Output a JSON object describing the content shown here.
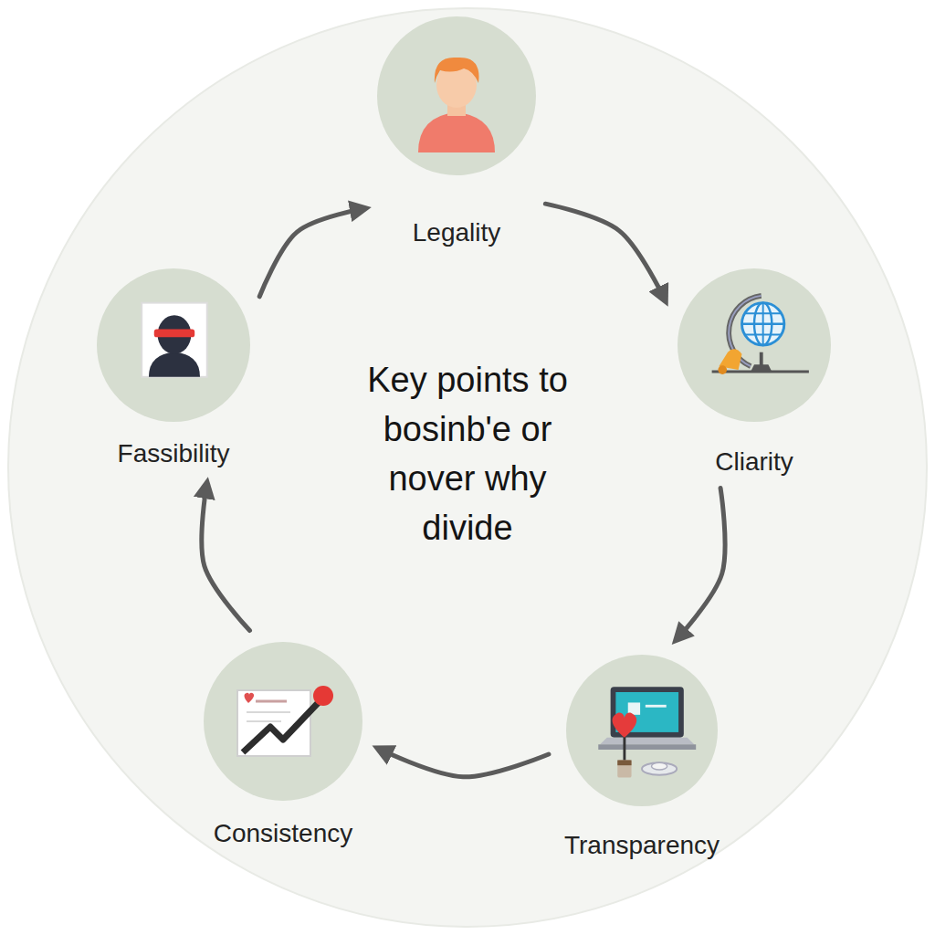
{
  "diagram": {
    "nodes": [
      {
        "text": [
          "Key points to bosinb'e or nover why divide"
        ]
      },
      {
        "text": [
          "Legality"
        ],
        "in": 0
      },
      {
        "text": [
          "Cliarity"
        ],
        "in": 0
      },
      {
        "text": [
          "Transparency"
        ],
        "in": 0
      },
      {
        "text": [
          "Consistency"
        ],
        "in": 0
      },
      {
        "text": [
          "Fassibility"
        ],
        "in": 0
      }
    ],
    "edges": [
      {
        "from": 1,
        "to": 2,
        "arrow": "to"
      },
      {
        "from": 2,
        "to": 3,
        "arrow": "to"
      },
      {
        "from": 3,
        "to": 4,
        "arrow": "to"
      },
      {
        "from": 4,
        "to": 5,
        "arrow": "to"
      },
      {
        "from": 5,
        "to": 1,
        "arrow": "to"
      }
    ]
  }
}
